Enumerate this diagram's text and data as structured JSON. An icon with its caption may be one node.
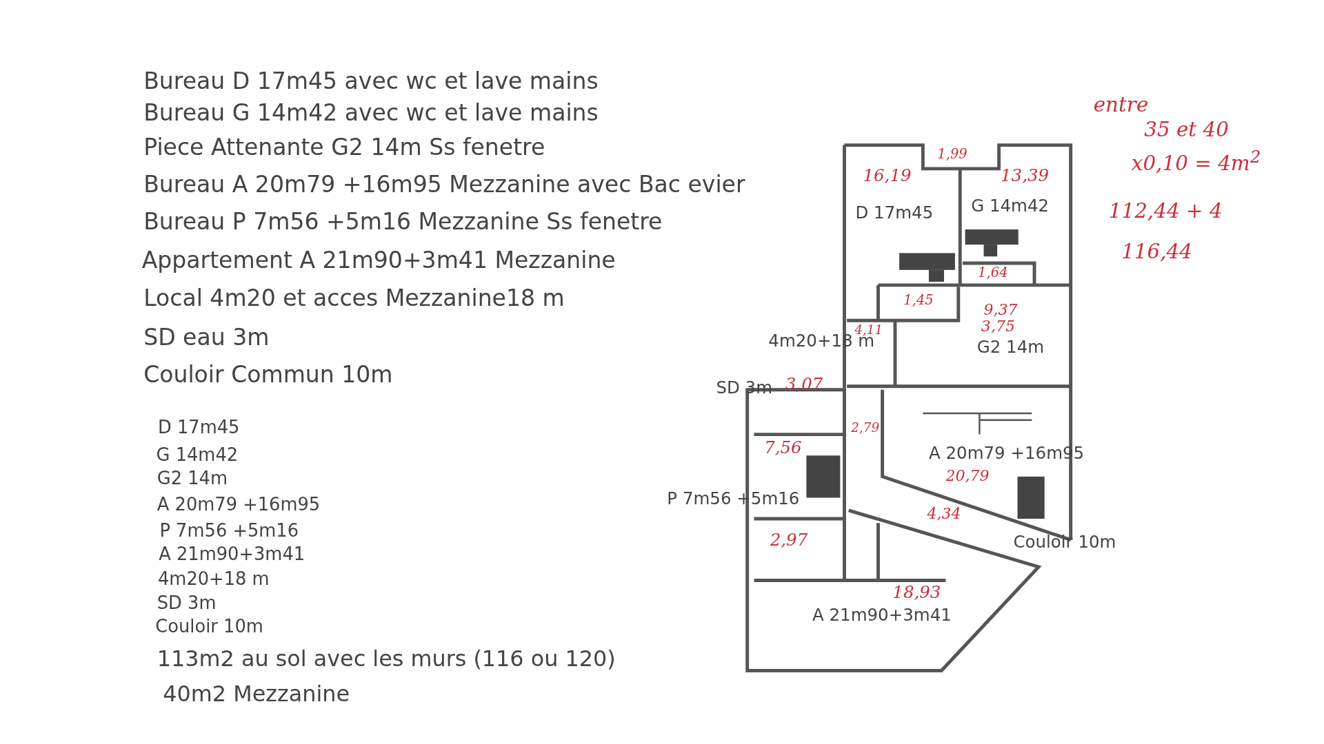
{
  "diagram": {
    "nodes": [
      {
        "text": [
          "16,19",
          "D 17m45"
        ]
      },
      {
        "text": [
          "13,39",
          "G 14m42"
        ]
      },
      {
        "text": [
          "1,64"
        ]
      },
      {
        "text": [
          "1,45"
        ]
      },
      {
        "text": [
          "9,37",
          "3,75",
          "G2 14m"
        ]
      },
      {
        "text": [
          "4,11"
        ],
        "beside": [
          "4m20+18 m"
        ]
      },
      {
        "text": [
          "3,07"
        ],
        "beside": [
          "SD 3m"
        ]
      },
      {
        "text": [
          "A 20m79 +16m95",
          "20,79"
        ]
      },
      {
        "text": [
          "7,56"
        ],
        "beside": [
          "P 7m56 +5m16"
        ]
      },
      {
        "text": [
          "2,79",
          "4,34"
        ],
        "beside": [
          "Couloir 10m"
        ]
      },
      {
        "text": [
          "2,97"
        ]
      },
      {
        "text": [
          "18,93",
          "A 21m90+3m41"
        ]
      }
    ],
    "labels": [
      "Bureau D 17m45 avec wc et lave mains",
      "Bureau G 14m42 avec wc et lave mains",
      "Piece Attenante G2 14m Ss fenetre",
      "Bureau A 20m79 +16m95 Mezzanine avec Bac evier",
      "Bureau P 7m56 +5m16 Mezzanine Ss fenetre",
      "Appartement A 21m90+3m41 Mezzanine",
      "Local 4m20 et acces Mezzanine18 m",
      "SD eau 3m",
      "Couloir Commun 10m",
      "entre",
      "35 et 40",
      "x0,10 = 4m$^{2}$",
      "112,44 + 4",
      "116,44",
      "1,99",
      "D 17m45",
      "G 14m42",
      "G2 14m",
      "A 20m79 +16m95",
      "P 7m56 +5m16",
      "A 21m90+3m41",
      "4m20+18 m",
      "SD 3m",
      "Couloir 10m",
      "113m2 au sol avec les murs (116 ou 120)",
      "40m2 Mezzanine"
    ]
  }
}
